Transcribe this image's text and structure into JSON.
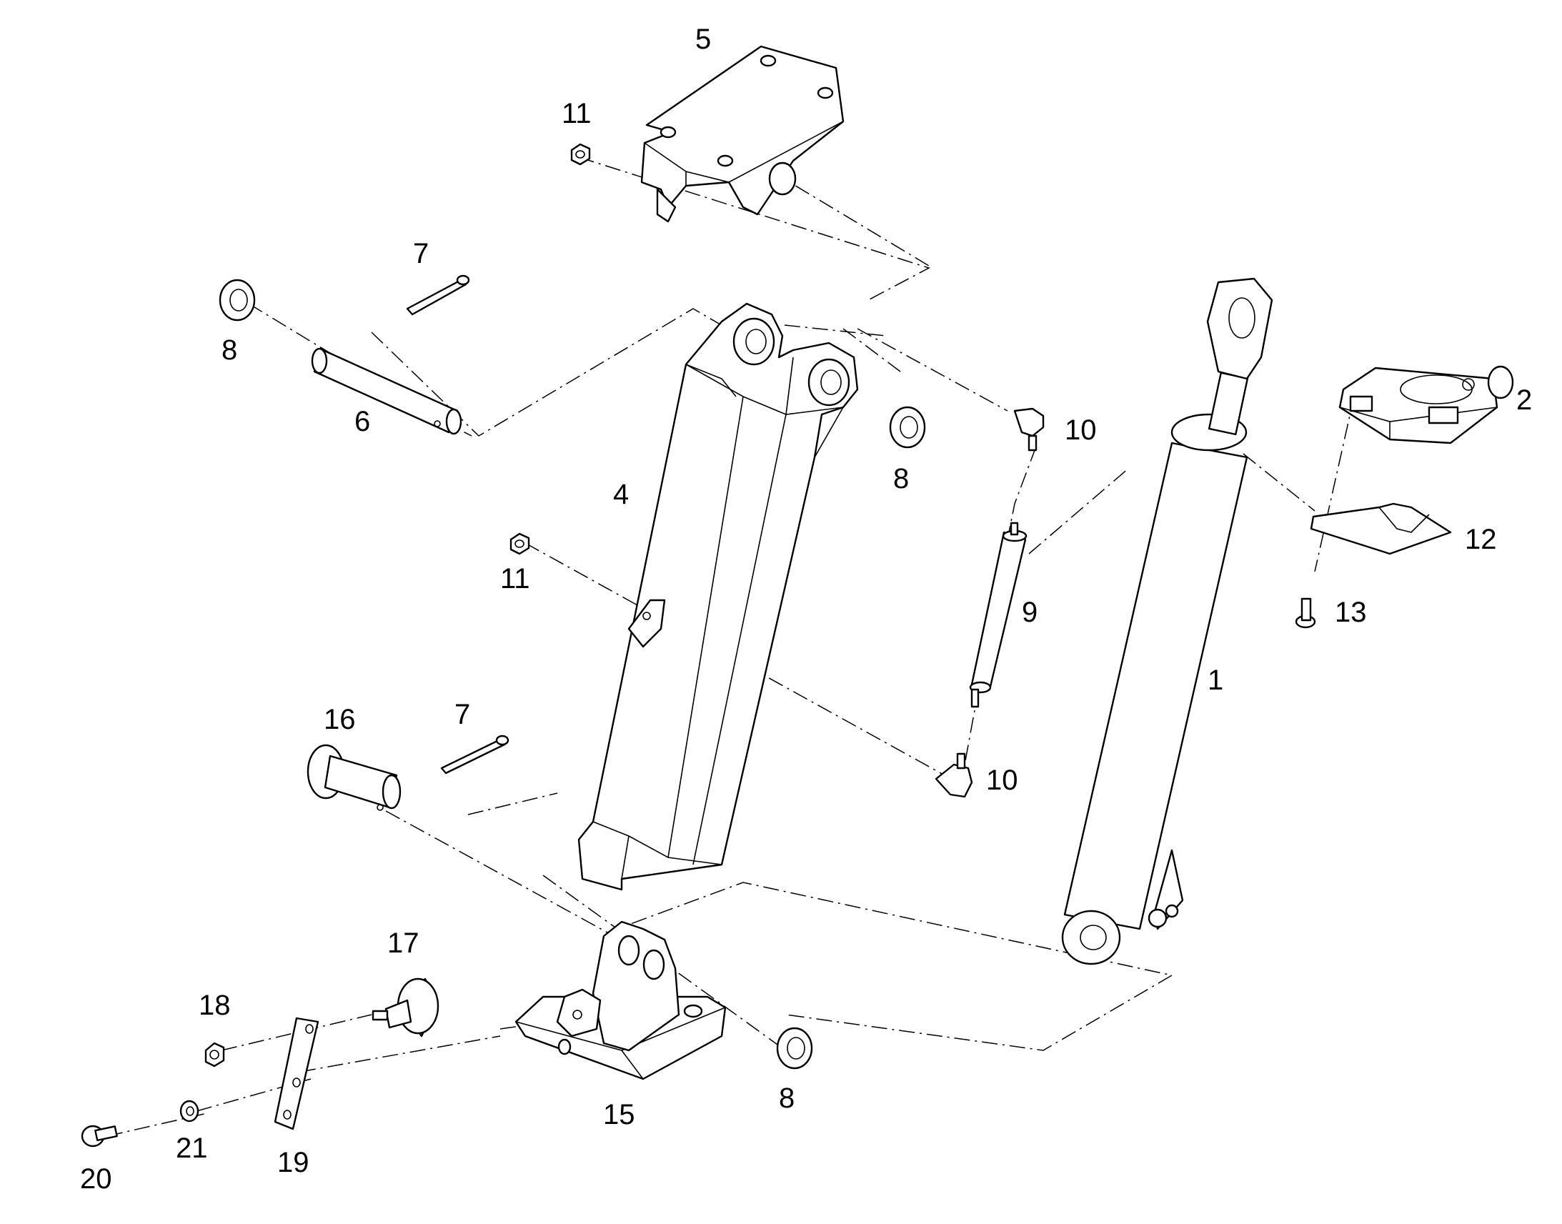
{
  "labels": {
    "p1": "1",
    "p2": "2",
    "p4": "4",
    "p5": "5",
    "p6": "6",
    "p7a": "7",
    "p7b": "7",
    "p8a": "8",
    "p8b": "8",
    "p8c": "8",
    "p9": "9",
    "p10a": "10",
    "p10b": "10",
    "p11a": "11",
    "p11b": "11",
    "p12": "12",
    "p13": "13",
    "p15": "15",
    "p16": "16",
    "p17": "17",
    "p18": "18",
    "p19": "19",
    "p20": "20",
    "p21": "21"
  },
  "colors": {
    "line": "#000000",
    "background": "#ffffff"
  }
}
